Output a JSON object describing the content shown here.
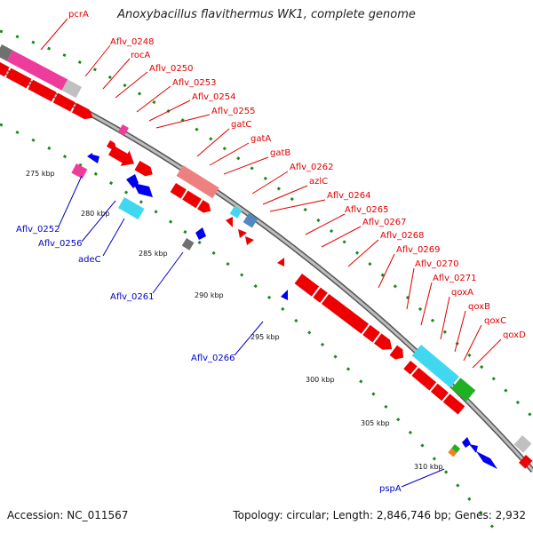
{
  "header": {
    "title": "Anoxybacillus flavithermus WK1, complete genome"
  },
  "footer": {
    "accession": "Accession: NC_011567",
    "summary": "Topology: circular; Length: 2,846,746 bp; Genes: 2,932"
  },
  "scale": {
    "ticks": [
      "275 kbp",
      "280 kbp",
      "285 kbp",
      "290 kbp",
      "295 kbp",
      "300 kbp",
      "305 kbp",
      "310 kbp"
    ]
  },
  "genes_forward": [
    "pcrA",
    "Aflv_0248",
    "rocA",
    "Aflv_0250",
    "Aflv_0253",
    "Aflv_0254",
    "Aflv_0255",
    "gatC",
    "gatA",
    "gatB",
    "Aflv_0262",
    "azlC",
    "Aflv_0264",
    "Aflv_0265",
    "Aflv_0267",
    "Aflv_0268",
    "Aflv_0269",
    "Aflv_0270",
    "Aflv_0271",
    "qoxA",
    "qoxB",
    "qoxC",
    "qoxD"
  ],
  "genes_reverse": [
    "Aflv_0252",
    "Aflv_0256",
    "adeC",
    "Aflv_0261",
    "Aflv_0266",
    "pspA"
  ],
  "colors": {
    "forward_cds": "#ee0000",
    "reverse_cds": "#0000ee",
    "pink": "#ee3c9c",
    "salmon": "#ee8080",
    "cyan": "#40d8f0",
    "steelblue": "#5088c0",
    "gray": "#a8a8a8",
    "darkgray": "#707070",
    "green": "#20b020",
    "orange": "#f08020",
    "backbone": "#7a7a7a",
    "dots": "#1a8a1a"
  }
}
